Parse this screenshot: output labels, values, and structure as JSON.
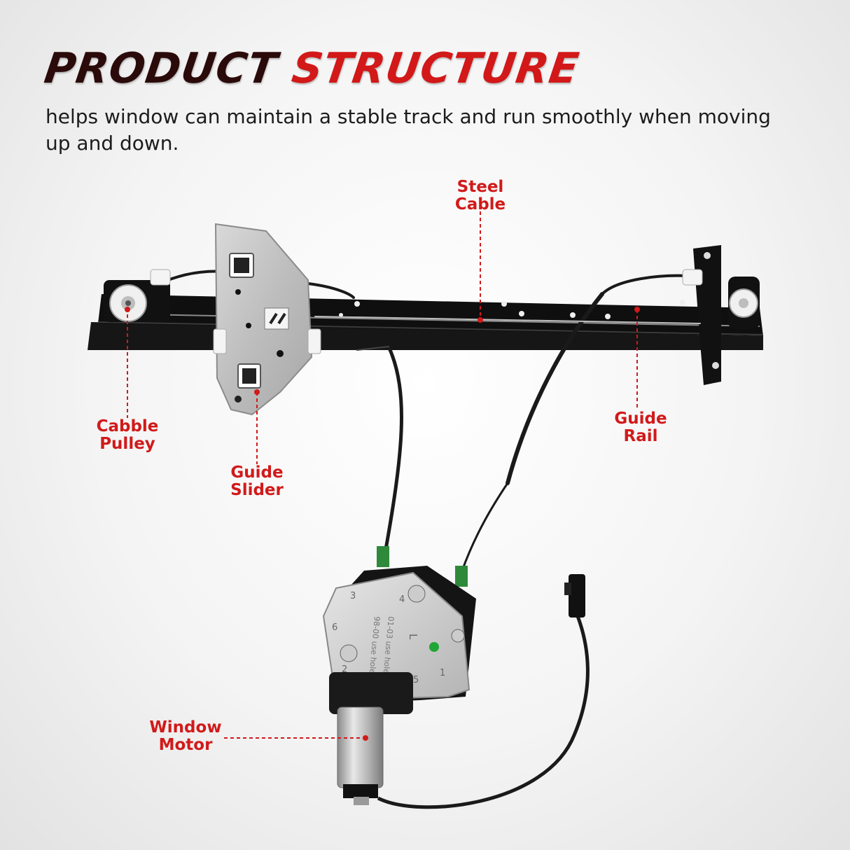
{
  "header": {
    "title_part1": "PRODUCT",
    "title_part2": "STRUCTURE",
    "subtitle": "helps window can maintain a stable track and run smoothly when moving up and down."
  },
  "labels": {
    "steel_cable": "Steel\nCable",
    "cable_pulley": "Cabble\nPulley",
    "guide_slider": "Guide\nSlider",
    "guide_rail": "Guide\nRail",
    "window_motor": "Window\nMotor"
  },
  "motor_plate_text": {
    "line1": "98-00 use holes 1,2,3",
    "line2": "01-03 use holes 4,5,6",
    "side": "L"
  },
  "colors": {
    "accent": "#d11a1a",
    "title_dark": "#2b0a0a"
  }
}
